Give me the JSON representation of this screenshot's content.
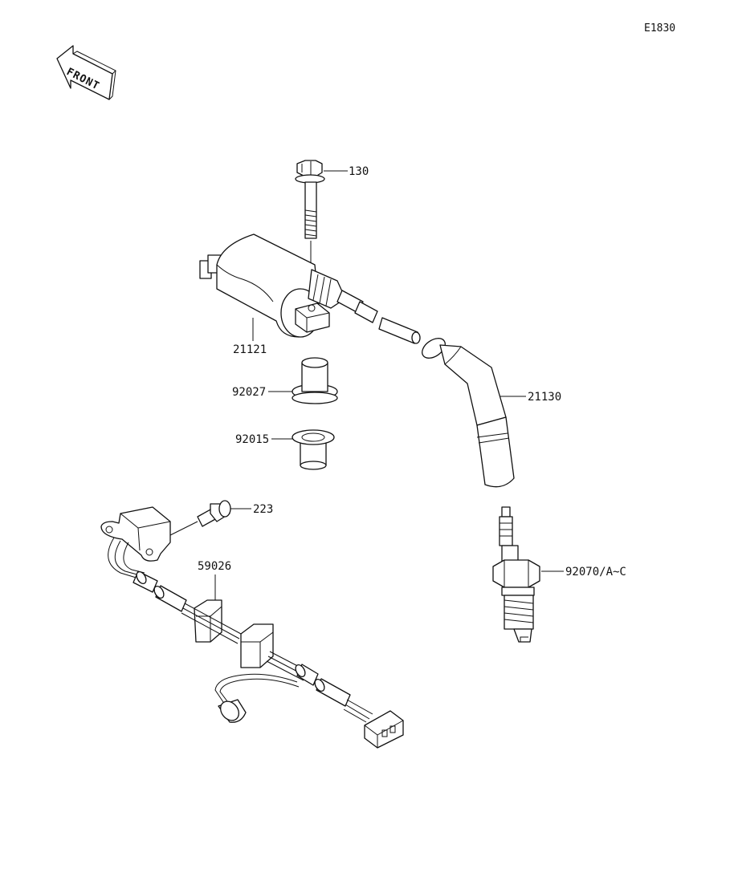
{
  "diagram_code": "E1830",
  "front_label": "FRONT",
  "parts": {
    "bolt": "130",
    "ignition_coil": "21121",
    "collar": "92027",
    "grommet": "92015",
    "spark_plug_cap": "21130",
    "screw": "223",
    "wiring_harness": "59026",
    "spark_plug": "92070/A~C"
  },
  "colors": {
    "ink": "#111111",
    "background": "#ffffff"
  }
}
